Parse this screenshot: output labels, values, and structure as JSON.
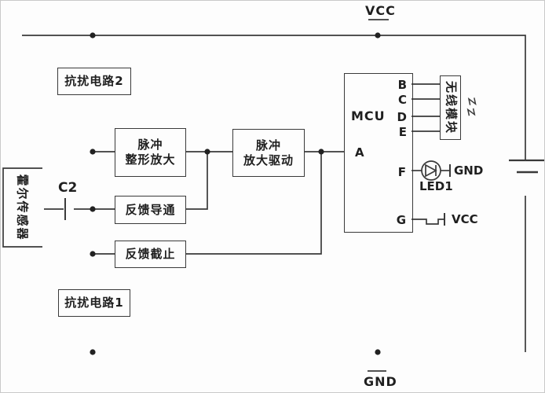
{
  "power": {
    "vcc_top": "VCC",
    "gnd_bottom": "GND"
  },
  "blocks": {
    "anti_interference_2": "抗扰电路2",
    "anti_interference_1": "抗扰电路1",
    "pulse_shaping": [
      "脉冲",
      "整形放大"
    ],
    "pulse_drive": [
      "脉冲",
      "放大驱动"
    ],
    "feedback_on": "反馈导通",
    "feedback_off": "反馈截止",
    "hall_sensor": "霍尔传感器",
    "wireless_module": "无线模块"
  },
  "mcu": {
    "label": "MCU",
    "pins": {
      "a": "A",
      "b": "B",
      "c": "C",
      "d": "D",
      "e": "E",
      "f": "F",
      "g": "G"
    }
  },
  "components": {
    "capacitor": "C2",
    "led": "LED1",
    "led_net": "GND",
    "g_pin_net": "VCC"
  }
}
